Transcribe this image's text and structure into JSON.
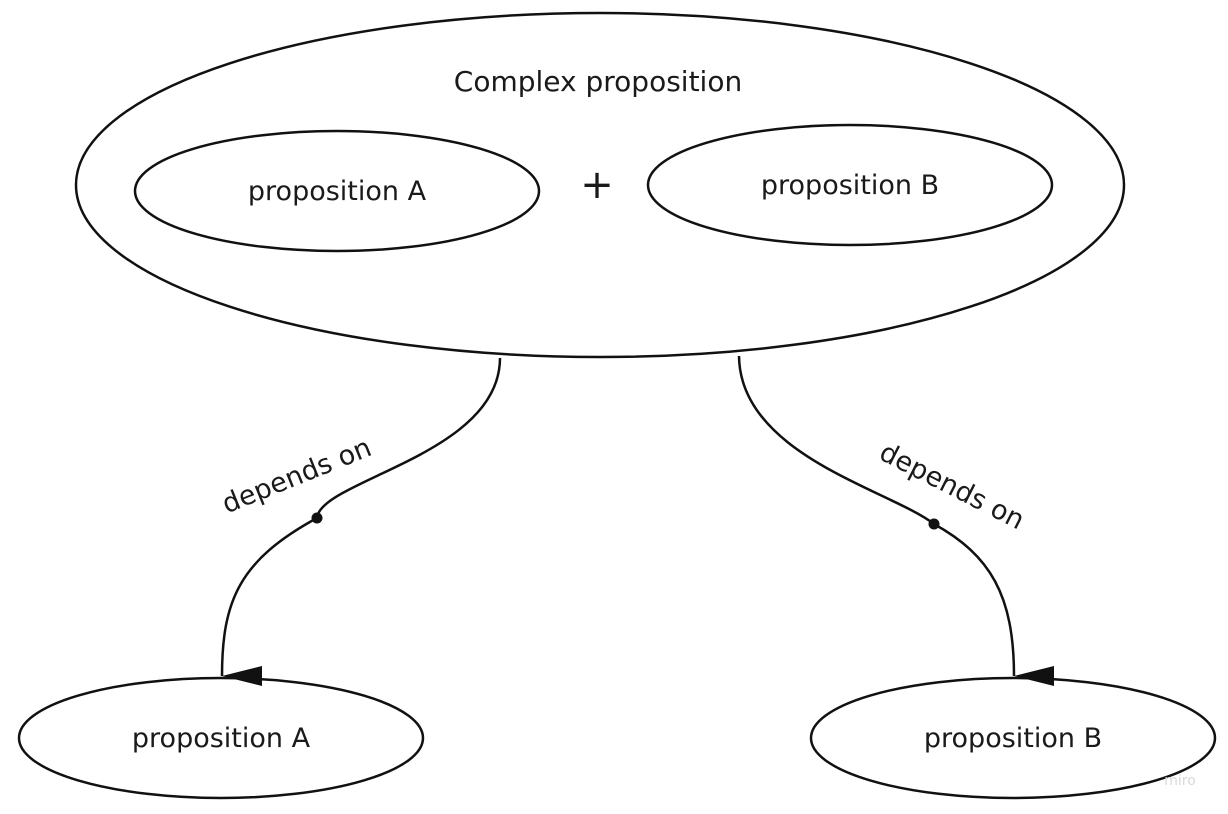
{
  "diagram": {
    "complex": {
      "label": "Complex proposition"
    },
    "inner_a": {
      "label": "proposition A"
    },
    "inner_b": {
      "label": "proposition B"
    },
    "operator": "+",
    "edges": [
      {
        "label": "depends on",
        "from": "Complex proposition",
        "to": "proposition A"
      },
      {
        "label": "depends on",
        "from": "Complex proposition",
        "to": "proposition B"
      }
    ],
    "target_a": {
      "label": "proposition A"
    },
    "target_b": {
      "label": "proposition B"
    },
    "watermark": "miro"
  },
  "colors": {
    "stroke": "#111111",
    "text": "#1a1a1a",
    "background": "#ffffff",
    "watermark": "#d9d9d9"
  }
}
